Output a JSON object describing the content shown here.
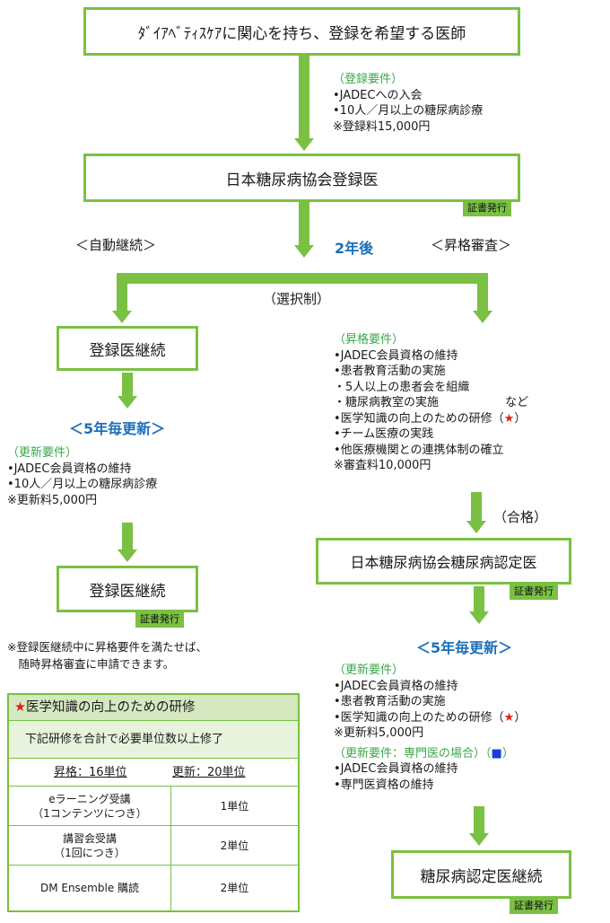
{
  "top_box": "ﾀﾞｲｱﾍﾞﾃｨｽｹｱに関心を持ち、登録を希望する医師",
  "registration_requirements": {
    "title": "（登録要件）",
    "items": [
      "•JADECへの入会",
      "•10人／月以上の糖尿病診療",
      "※登録料15,000円"
    ]
  },
  "registered_doctor_box": "日本糖尿病協会登録医",
  "certificate_label": "証書発行",
  "auto_continue": "＜自動継続＞",
  "two_years": "2年後",
  "promotion_review": "＜昇格審査＞",
  "selection": "（選択制）",
  "left_continue_box": "登録医継続",
  "every_5_years_left": "＜5年毎更新＞",
  "renewal_requirements_left": {
    "title": "（更新要件）",
    "items": [
      "•JADEC会員資格の維持",
      "•10人／月以上の糖尿病診療",
      "※更新料5,000円"
    ]
  },
  "left_continue_box2": "登録医継続",
  "left_note": [
    "※登録医継続中に昇格要件を満たせば、",
    "　随時昇格審査に申請できます。"
  ],
  "promotion_requirements": {
    "title": "（昇格要件）",
    "items": [
      "•JADEC会員資格の維持",
      "•患者教育活動の実施",
      "・5人以上の患者会を組織",
      "・糖尿病教室の実施",
      "•医学知識の向上のための研修（",
      "•チーム医療の実践",
      "•他医療機関との連携体制の確立",
      "※審査料10,000円"
    ],
    "nado": "など",
    "star_close": "）"
  },
  "pass_label": "（合格）",
  "certified_box": "日本糖尿病協会糖尿病認定医",
  "every_5_years_right": "＜5年毎更新＞",
  "renewal_requirements_right": {
    "title": "（更新要件）",
    "items": [
      "•JADEC会員資格の維持",
      "•患者教育活動の実施",
      "•医学知識の向上のための研修（",
      "※更新料5,000円"
    ],
    "star_close": "）"
  },
  "specialist_requirements": {
    "title": "（更新要件：専門医の場合）（",
    "title_close": "）",
    "items": [
      "•JADEC会員資格の維持",
      "•専門医資格の維持"
    ]
  },
  "certified_continue_box": "糖尿病認定医継続",
  "star": "★",
  "square": "■",
  "training": {
    "title": "医学知識の向上のための研修",
    "subtitle": "下記研修を合計で必要単位数以上修了",
    "promotion_units": "昇格：16単位",
    "renewal_units": "更新：20単位",
    "rows": [
      {
        "name": "eラーニング受講",
        "sub": "（1コンテンツにつき）",
        "units": "1単位"
      },
      {
        "name": "講習会受講",
        "sub": "（1回につき）",
        "units": "2単位"
      },
      {
        "name": "DM Ensemble 購読",
        "sub": "",
        "units": "2単位"
      }
    ]
  },
  "colors": {
    "green": "#7ac043",
    "blue": "#1b6fb8",
    "req_title": "#3aa84a",
    "star": "#e0201b",
    "square": "#1a3fd6",
    "table_header": "#d5e8c0"
  }
}
